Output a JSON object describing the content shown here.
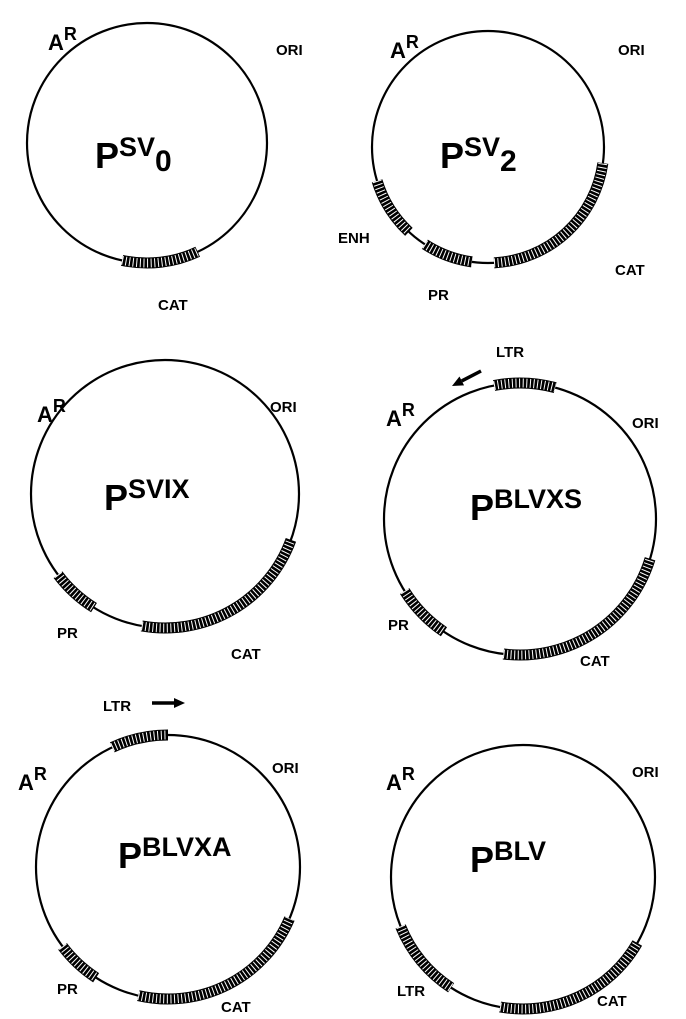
{
  "plasmids": [
    {
      "name": {
        "prefix": "p",
        "base": "SV",
        "sub": "0",
        "tail": ""
      },
      "markers": [
        {
          "key": "ar",
          "main": "A",
          "sup": "R"
        },
        {
          "key": "ori",
          "main": "ORI",
          "sup": ""
        }
      ],
      "elements": [
        {
          "key": "cat",
          "label": "CAT",
          "style": "dark"
        }
      ]
    },
    {
      "name": {
        "prefix": "p",
        "base": "SV",
        "sub": "2",
        "tail": ""
      },
      "markers": [
        {
          "key": "ar",
          "main": "A",
          "sup": "R"
        },
        {
          "key": "ori",
          "main": "ORI",
          "sup": ""
        }
      ],
      "elements": [
        {
          "key": "enh",
          "label": "ENH",
          "style": "dark"
        },
        {
          "key": "pr",
          "label": "PR",
          "style": "dark"
        },
        {
          "key": "cat",
          "label": "CAT",
          "style": "light"
        }
      ]
    },
    {
      "name": {
        "prefix": "p",
        "base": "SVIX",
        "sub": "",
        "tail": ""
      },
      "markers": [
        {
          "key": "ar",
          "main": "A",
          "sup": "R"
        },
        {
          "key": "ori",
          "main": "ORI",
          "sup": ""
        }
      ],
      "elements": [
        {
          "key": "pr",
          "label": "PR",
          "style": "dark"
        },
        {
          "key": "cat",
          "label": "CAT",
          "style": "dark"
        }
      ]
    },
    {
      "name": {
        "prefix": "p",
        "base": "BLVXS",
        "sub": "",
        "tail": ""
      },
      "markers": [
        {
          "key": "ar",
          "main": "A",
          "sup": "R"
        },
        {
          "key": "ori",
          "main": "ORI",
          "sup": ""
        }
      ],
      "elements": [
        {
          "key": "ltr",
          "label": "LTR",
          "style": "dark",
          "orientation": "reverse"
        },
        {
          "key": "pr",
          "label": "PR",
          "style": "dark"
        },
        {
          "key": "cat",
          "label": "CAT",
          "style": "dark"
        }
      ]
    },
    {
      "name": {
        "prefix": "p",
        "base": "BLVXA",
        "sub": "",
        "tail": ""
      },
      "markers": [
        {
          "key": "ar",
          "main": "A",
          "sup": "R"
        },
        {
          "key": "ori",
          "main": "ORI",
          "sup": ""
        }
      ],
      "elements": [
        {
          "key": "ltr",
          "label": "LTR",
          "style": "dark",
          "orientation": "forward"
        },
        {
          "key": "pr",
          "label": "PR",
          "style": "dark"
        },
        {
          "key": "cat",
          "label": "CAT",
          "style": "dark"
        }
      ]
    },
    {
      "name": {
        "prefix": "p",
        "base": "BLV",
        "sub": "",
        "tail": ""
      },
      "markers": [
        {
          "key": "ar",
          "main": "A",
          "sup": "R"
        },
        {
          "key": "ori",
          "main": "ORI",
          "sup": ""
        }
      ],
      "elements": [
        {
          "key": "ltr",
          "label": "LTR",
          "style": "dark"
        },
        {
          "key": "cat",
          "label": "CAT",
          "style": "dark"
        }
      ]
    }
  ]
}
